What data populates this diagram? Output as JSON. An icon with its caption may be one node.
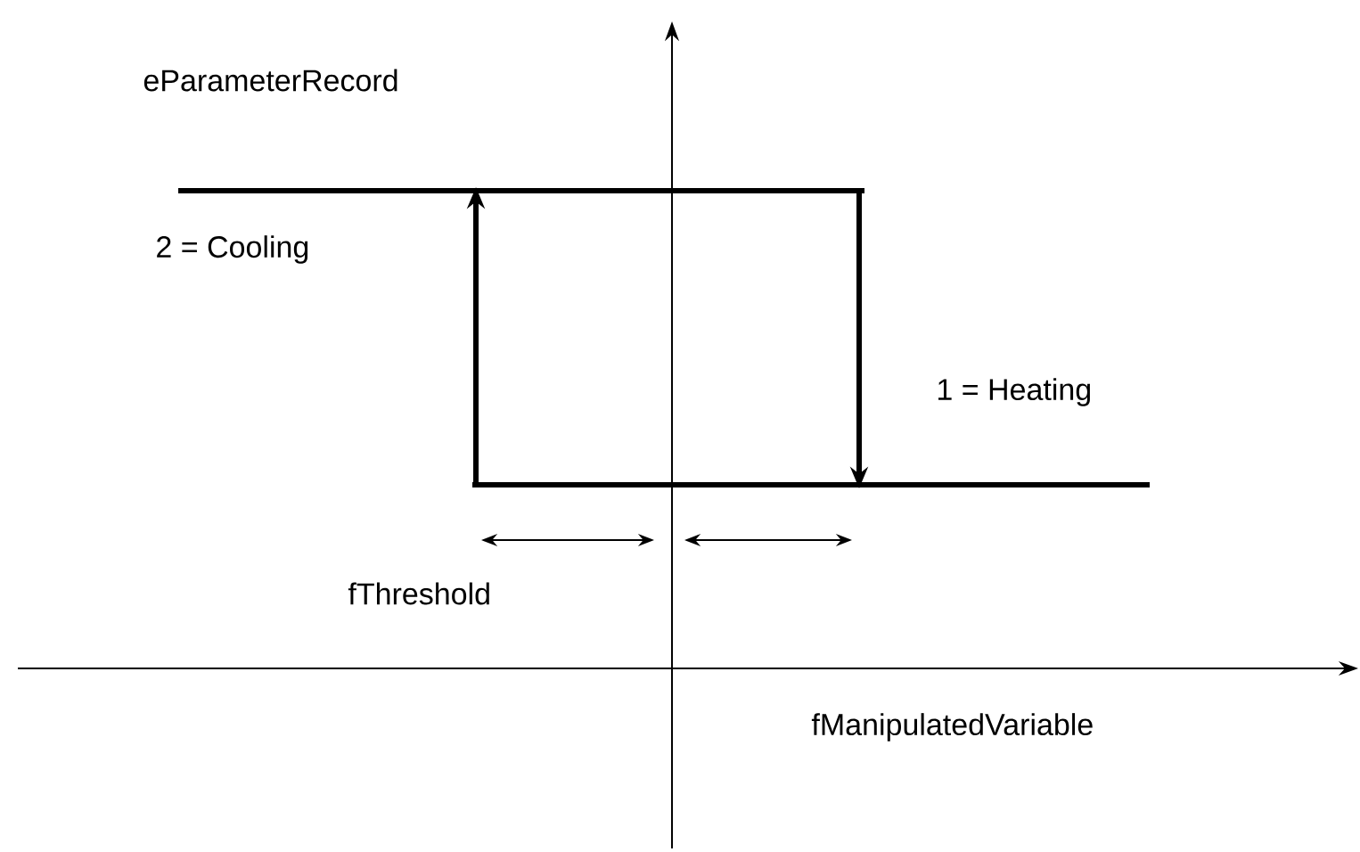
{
  "diagram": {
    "labels": [
      "eParameterRecord",
      "2 = Cooling",
      "1 = Heating",
      "fThreshold",
      "fManipulatedVariable"
    ]
  }
}
